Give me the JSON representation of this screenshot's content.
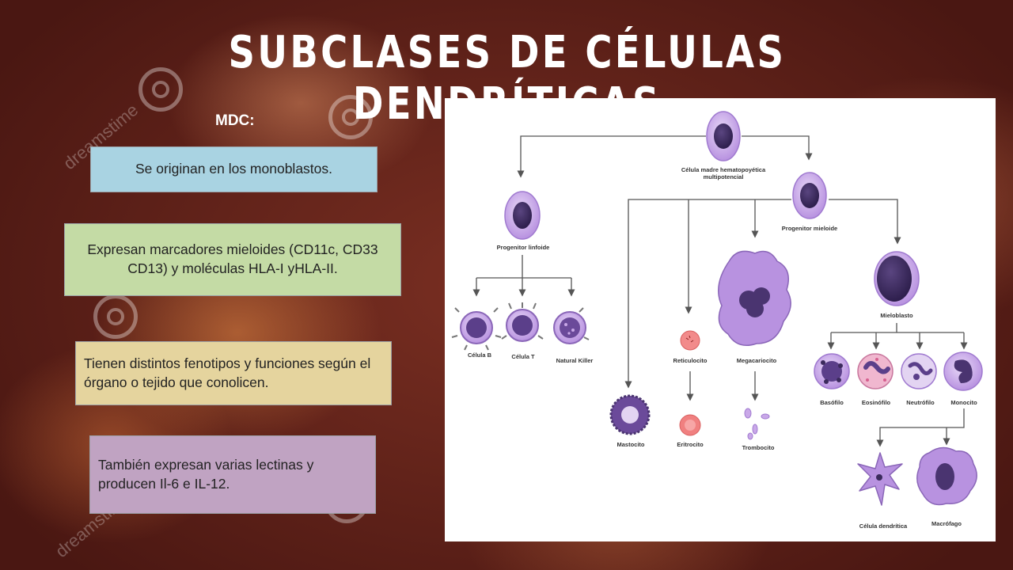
{
  "slide": {
    "title": "SUBCLASES DE CÉLULAS DENDRÍTICAS",
    "subtitle": "MDC:",
    "watermark_text": "dreamstime"
  },
  "boxes": [
    {
      "text": "Se originan en los monoblastos.",
      "color": "#a9d3e2"
    },
    {
      "text": "Expresan marcadores mieloides (CD11c, CD33 CD13) y moléculas HLA-I yHLA-II.",
      "color": "#c4dba5"
    },
    {
      "text": "Tienen distintos fenotipos y funciones según el órgano o tejido que conolicen.",
      "color": "#e5d49e"
    },
    {
      "text": "También expresan varias lectinas y producen Il-6 e IL-12.",
      "color": "#c0a3c2"
    }
  ],
  "diagram": {
    "stem_cell": "Célula madre hematopoyética",
    "stem_cell_line2": "multipotencial",
    "lymphoid_progenitor": "Progenitor linfoide",
    "myeloid_progenitor": "Progenitor mieloide",
    "b_cell": "Célula B",
    "t_cell": "Célula T",
    "nk_cell": "Natural Killer",
    "reticulocyte": "Reticulocito",
    "megakaryocyte": "Megacariocito",
    "myeloblast": "Mieloblasto",
    "basophil": "Basófilo",
    "eosinophil": "Eosinófilo",
    "neutrophil": "Neutrófilo",
    "monocyte": "Monocito",
    "mast_cell": "Mastocito",
    "erythrocyte": "Eritrocito",
    "thrombocyte": "Trombocito",
    "dendritic_cell": "Célula dendrítica",
    "macrophage": "Macrófago"
  },
  "colors": {
    "background": "#5a1d15",
    "title": "#ffffff",
    "cell_membrane": "#c9a8e8",
    "cell_nucleus": "#3b2a5c",
    "arrow": "#555555"
  }
}
